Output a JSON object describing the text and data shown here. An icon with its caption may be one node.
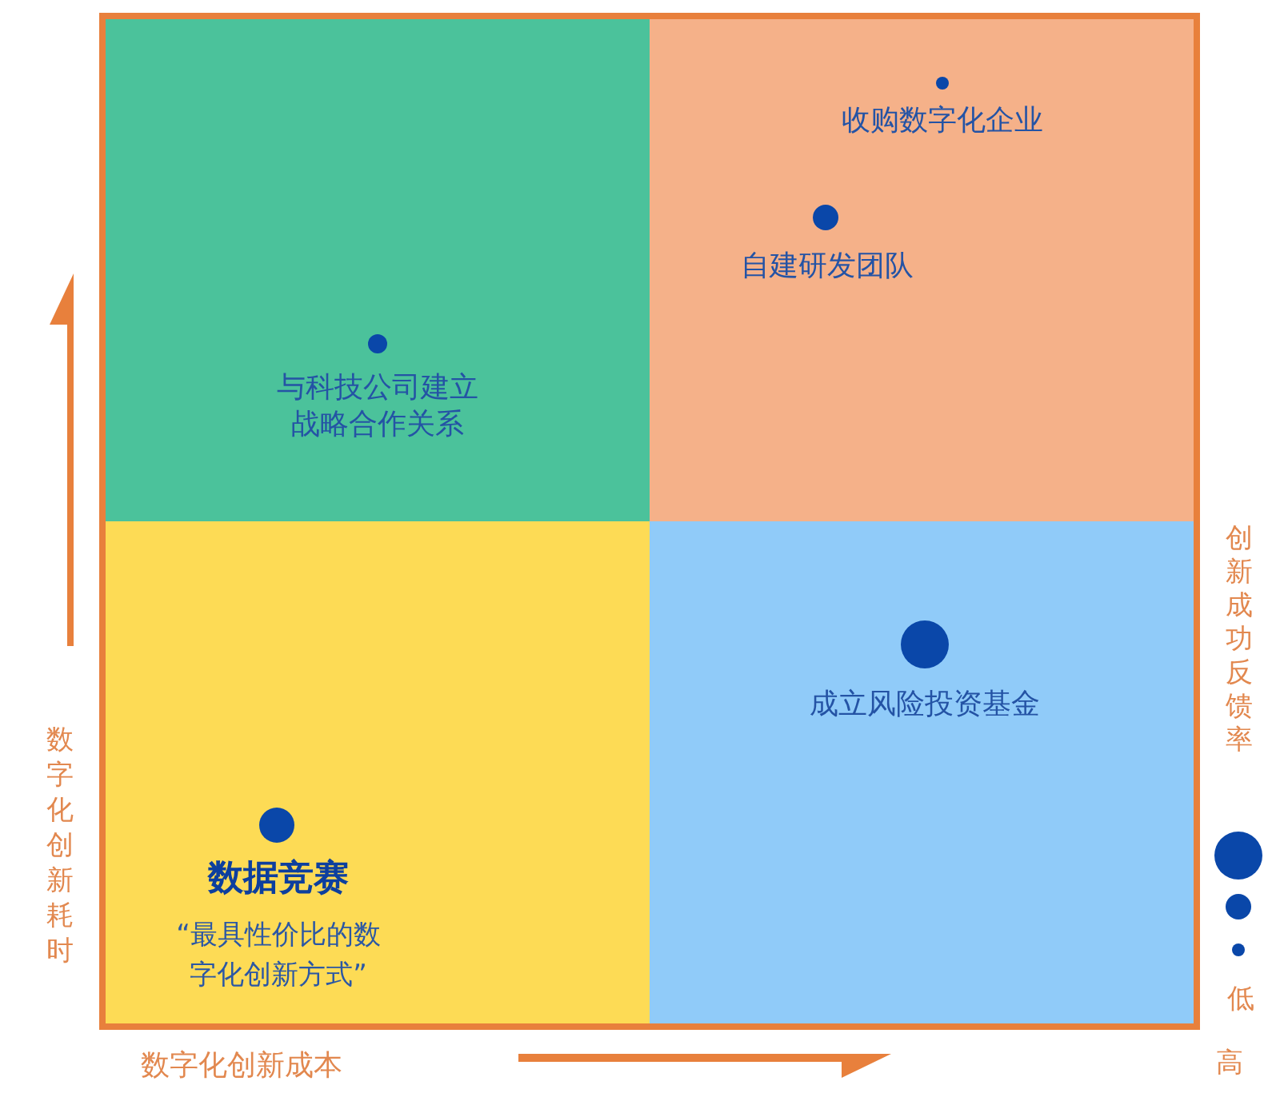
{
  "diagram": {
    "nodes": [
      {
        "text": [
          "与科技公司建立战略合作关系"
        ]
      },
      {
        "text": [
          "收购数字化企业",
          "自建研发团队"
        ]
      },
      {
        "text": [
          "数据竞赛",
          "“最具性价比的数字化创新方式”"
        ]
      },
      {
        "text": [
          "成立风险投资基金"
        ]
      }
    ],
    "labels": [
      "数字化创新耗时",
      "创新成功反馈率",
      "低",
      "数字化创新成本",
      "高"
    ]
  }
}
